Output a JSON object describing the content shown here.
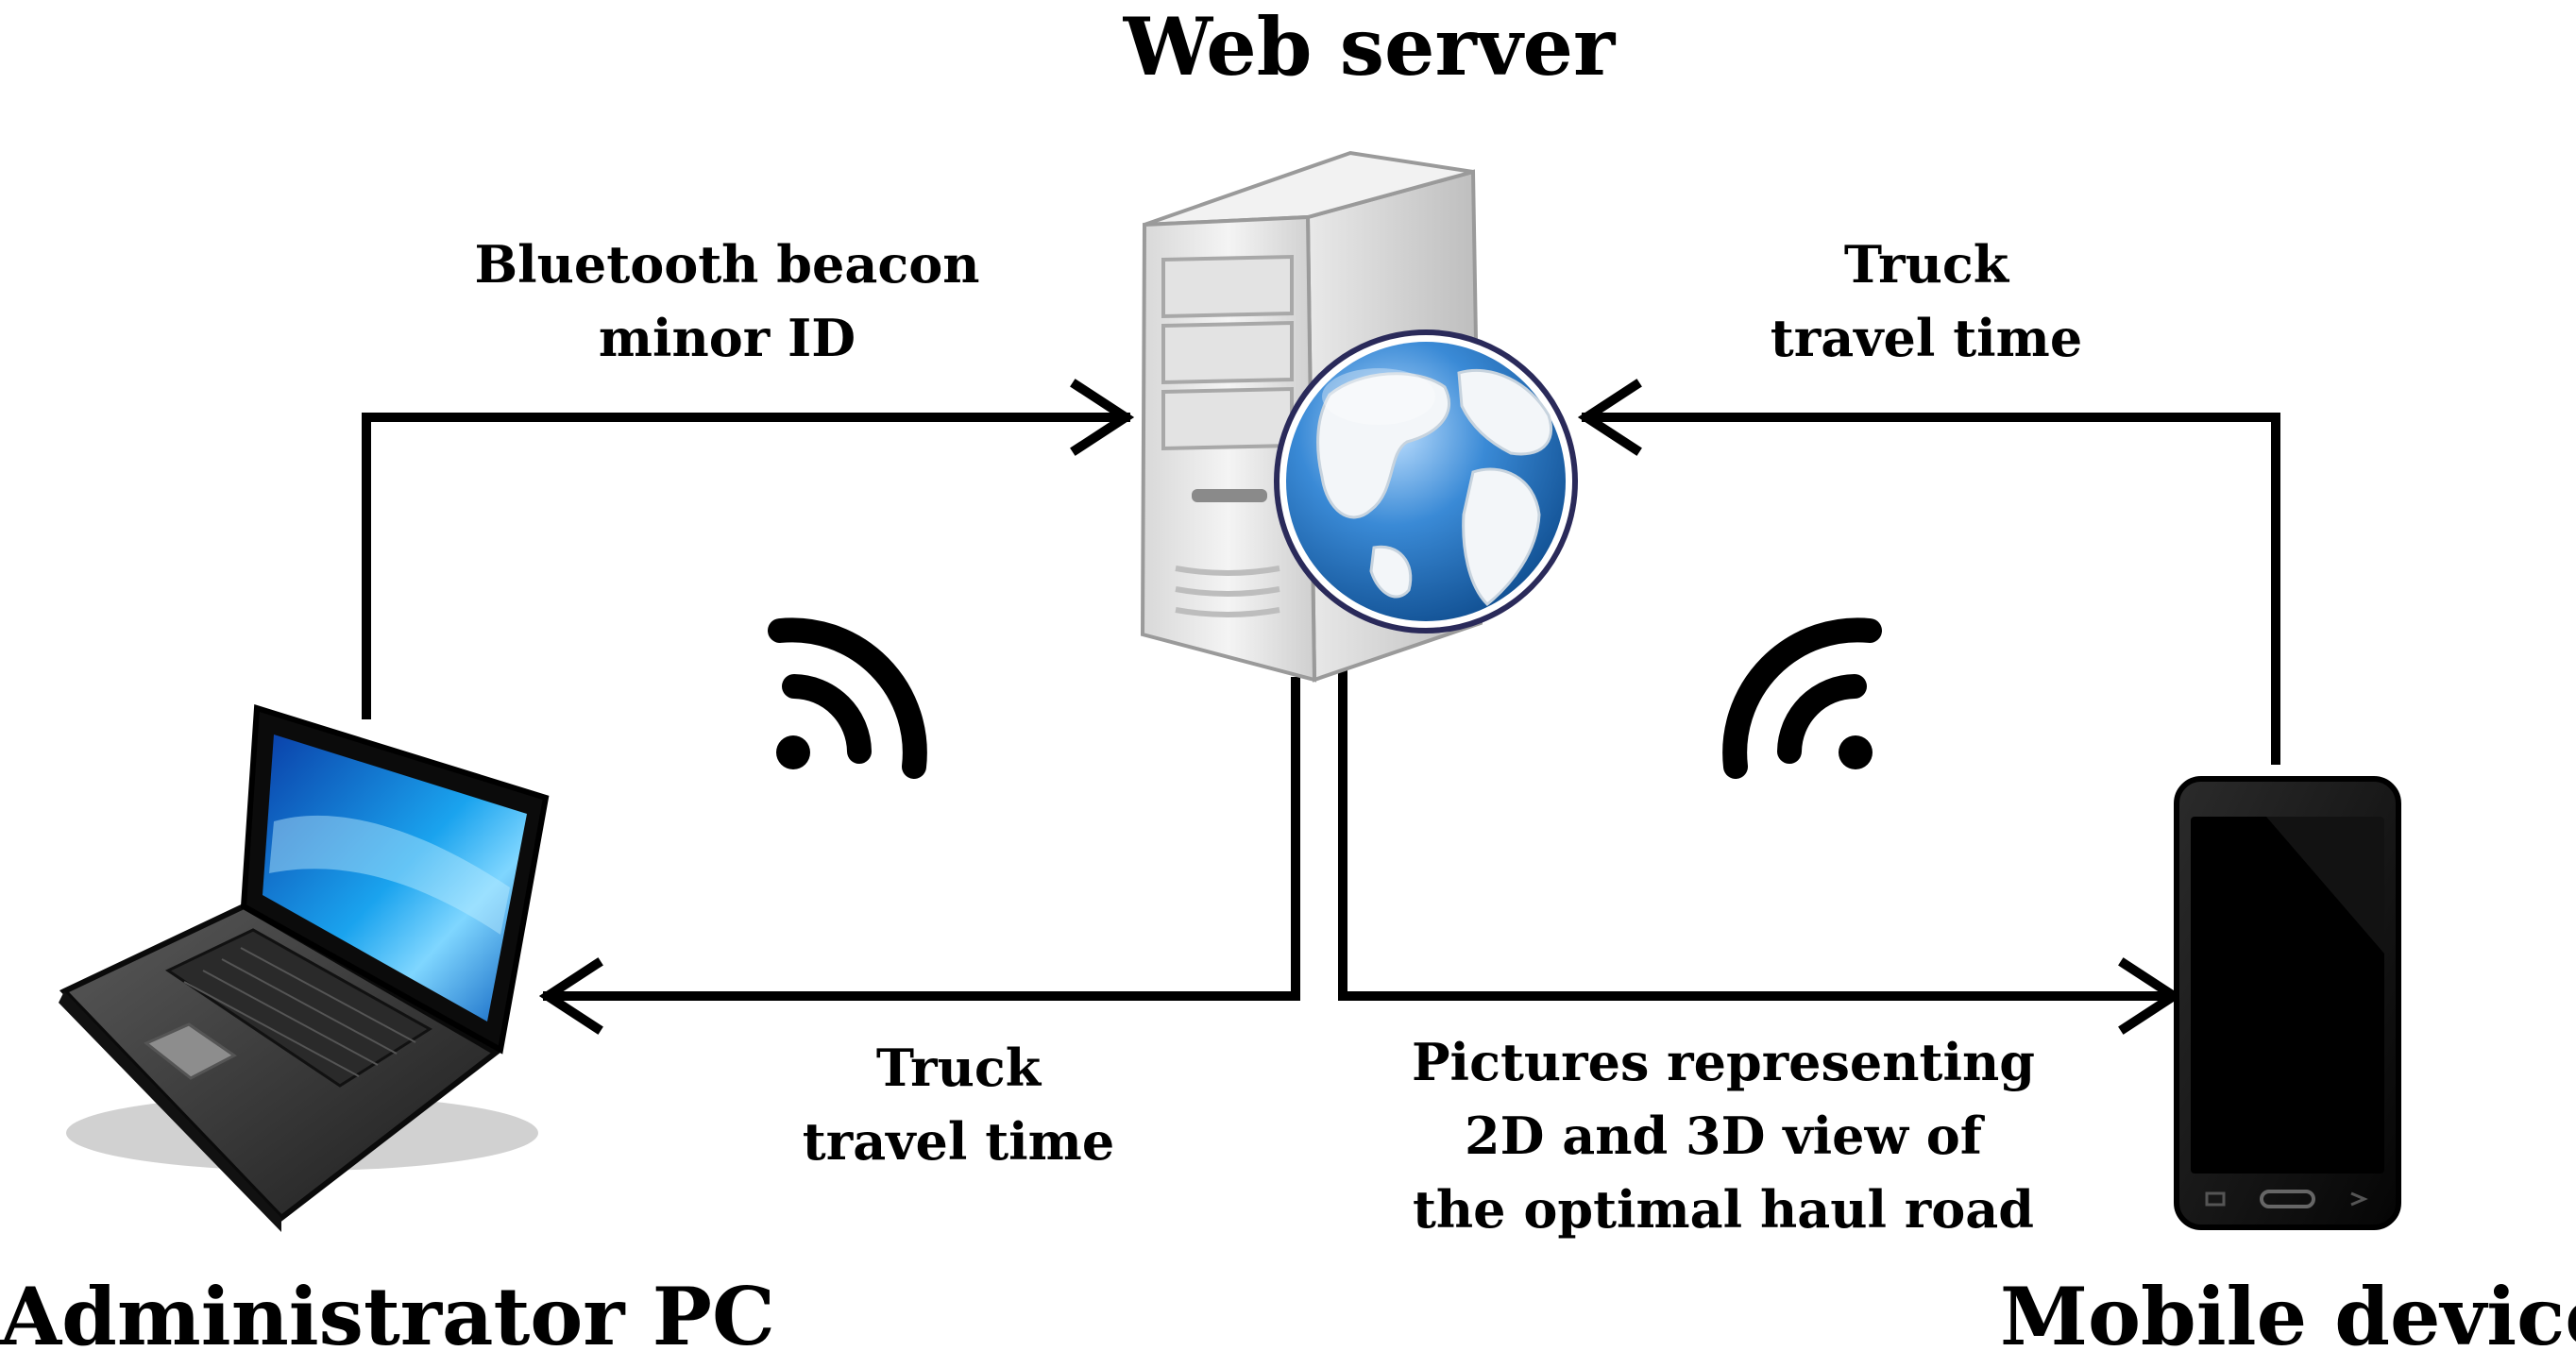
{
  "nodes": {
    "server": {
      "label": "Web server",
      "icon": "web-server-globe-icon"
    },
    "admin": {
      "label": "Administrator PC",
      "icon": "laptop-icon"
    },
    "mobile": {
      "label": "Mobile device",
      "icon": "smartphone-icon"
    }
  },
  "edges": {
    "admin_to_server": {
      "lines": [
        "Bluetooth beacon",
        "minor ID"
      ]
    },
    "mobile_to_server": {
      "lines": [
        "Truck",
        "travel time"
      ]
    },
    "server_to_admin": {
      "lines": [
        "Truck",
        "travel time"
      ]
    },
    "server_to_mobile": {
      "lines": [
        "Pictures representing",
        "2D and 3D view of",
        "the optimal haul road"
      ]
    }
  },
  "icons": [
    "wifi-icon",
    "wifi-icon"
  ],
  "colors": {
    "lines": "#000000",
    "globe_ocean": "#2a78c2",
    "screen": "#1a8fe0"
  }
}
